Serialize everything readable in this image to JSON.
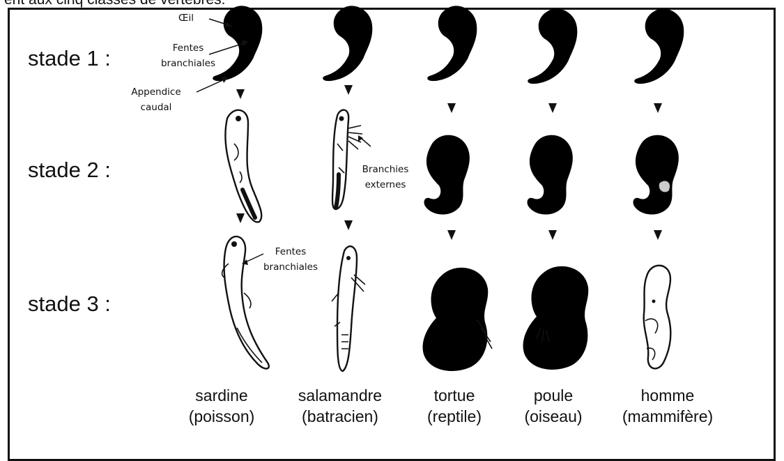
{
  "caption": "ent aux cinq classes de vertébrés.",
  "stages": [
    {
      "label": "stade 1 :"
    },
    {
      "label": "stade 2 :"
    },
    {
      "label": "stade 3 :"
    }
  ],
  "annotations": {
    "oeil": "Œil",
    "fentes_1": [
      "Fentes",
      "branchiales"
    ],
    "appendice": [
      "Appendice",
      "caudal"
    ],
    "branchies": [
      "Branchies",
      "externes"
    ],
    "fentes_3": [
      "Fentes",
      "branchiales"
    ]
  },
  "species": [
    {
      "name": "sardine",
      "class": "(poisson)"
    },
    {
      "name": "salamandre",
      "class": "(batracien)"
    },
    {
      "name": "tortue",
      "class": "(reptile)"
    },
    {
      "name": "poule",
      "class": "(oiseau)"
    },
    {
      "name": "homme",
      "class": "(mammifère)"
    }
  ]
}
